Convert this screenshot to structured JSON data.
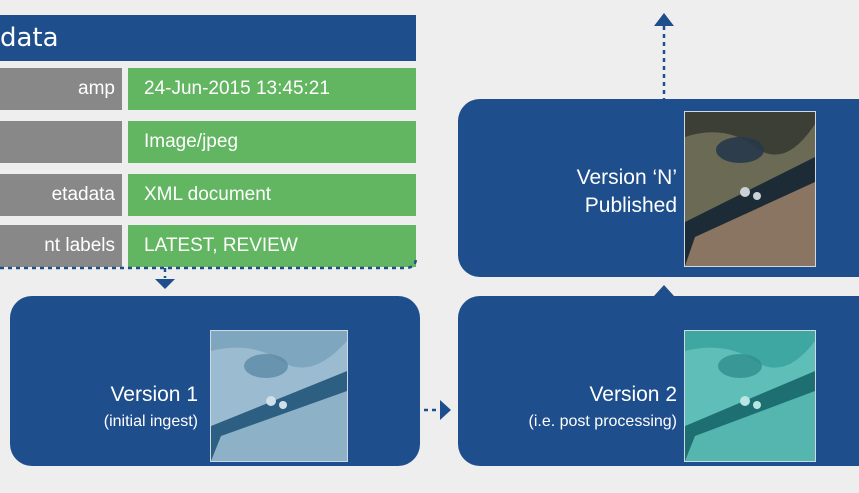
{
  "metadata": {
    "title_fragment": "data",
    "rows": [
      {
        "key": "amp",
        "value": "24-Jun-2015 13:45:21"
      },
      {
        "key": "",
        "value": "Image/jpeg"
      },
      {
        "key": "etadata",
        "value": "XML document"
      },
      {
        "key": "nt labels",
        "value": "LATEST, REVIEW"
      }
    ]
  },
  "versions": [
    {
      "title": "Version 1",
      "subtitle": "(initial ingest)"
    },
    {
      "title": "Version 2",
      "subtitle": "(i.e. post processing)"
    },
    {
      "title": "Version ‘N’",
      "subtitle": "Published"
    }
  ],
  "colors": {
    "box": "#1e4e8c",
    "key_cell": "#888888",
    "value_cell": "#62b661",
    "background": "#eeeeee"
  }
}
